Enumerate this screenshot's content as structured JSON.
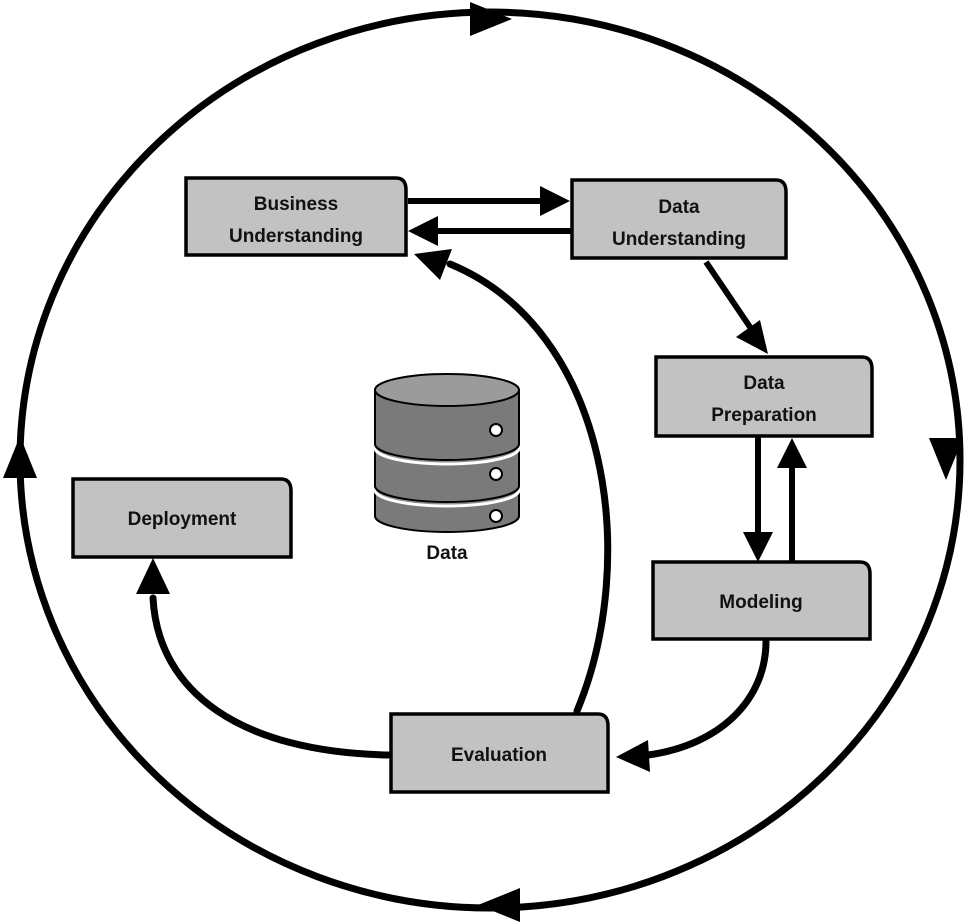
{
  "nodes": {
    "business_understanding": [
      "Business",
      "Understanding"
    ],
    "data_understanding": [
      "Data",
      "Understanding"
    ],
    "data_preparation": [
      "Data",
      "Preparation"
    ],
    "modeling": "Modeling",
    "evaluation": "Evaluation",
    "deployment": "Deployment"
  },
  "center": {
    "icon": "database-icon",
    "label": "Data"
  },
  "colors": {
    "box_fill": "#c2c2c2",
    "stroke": "#000000",
    "background": "#ffffff"
  }
}
